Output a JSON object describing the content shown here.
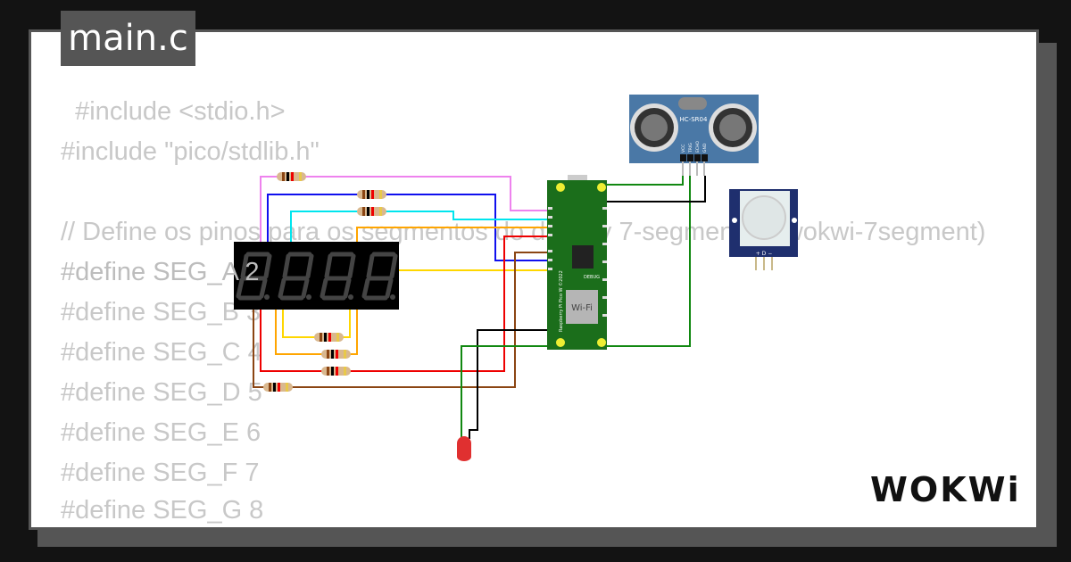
{
  "tab": {
    "filename": "main.c"
  },
  "code_lines": [
    "  #include <stdio.h>",
    "#include \"pico/stdlib.h\"",
    "",
    "// Define os pinos para os segmentos do display 7-segmentos (wokwi-7segment)",
    "#define SEG_A 2",
    "#define SEG_B 3",
    "#define SEG_C 4",
    "#define SEG_D 5",
    "#define SEG_E 6",
    "#define SEG_F 7",
    "#define SEG_G 8"
  ],
  "components": {
    "ultrasonic_label": "HC-SR04",
    "ultrasonic_pins": [
      "VCC",
      "TRIG",
      "ECHO",
      "GND"
    ],
    "pir_pins": "+ D −",
    "pico_wifi_label": "Wi-Fi",
    "pico_debug_label": "DEBUG",
    "pico_name": "Raspberry Pi Pico W ©2022"
  },
  "logo": "WOKWi",
  "colors": {
    "background": "#131313",
    "frame": "#555555",
    "code_text": "#cfcfcf",
    "pico": "#1b6e1b",
    "ultrasonic": "#4a78a6",
    "pir": "#1f2f6e"
  }
}
